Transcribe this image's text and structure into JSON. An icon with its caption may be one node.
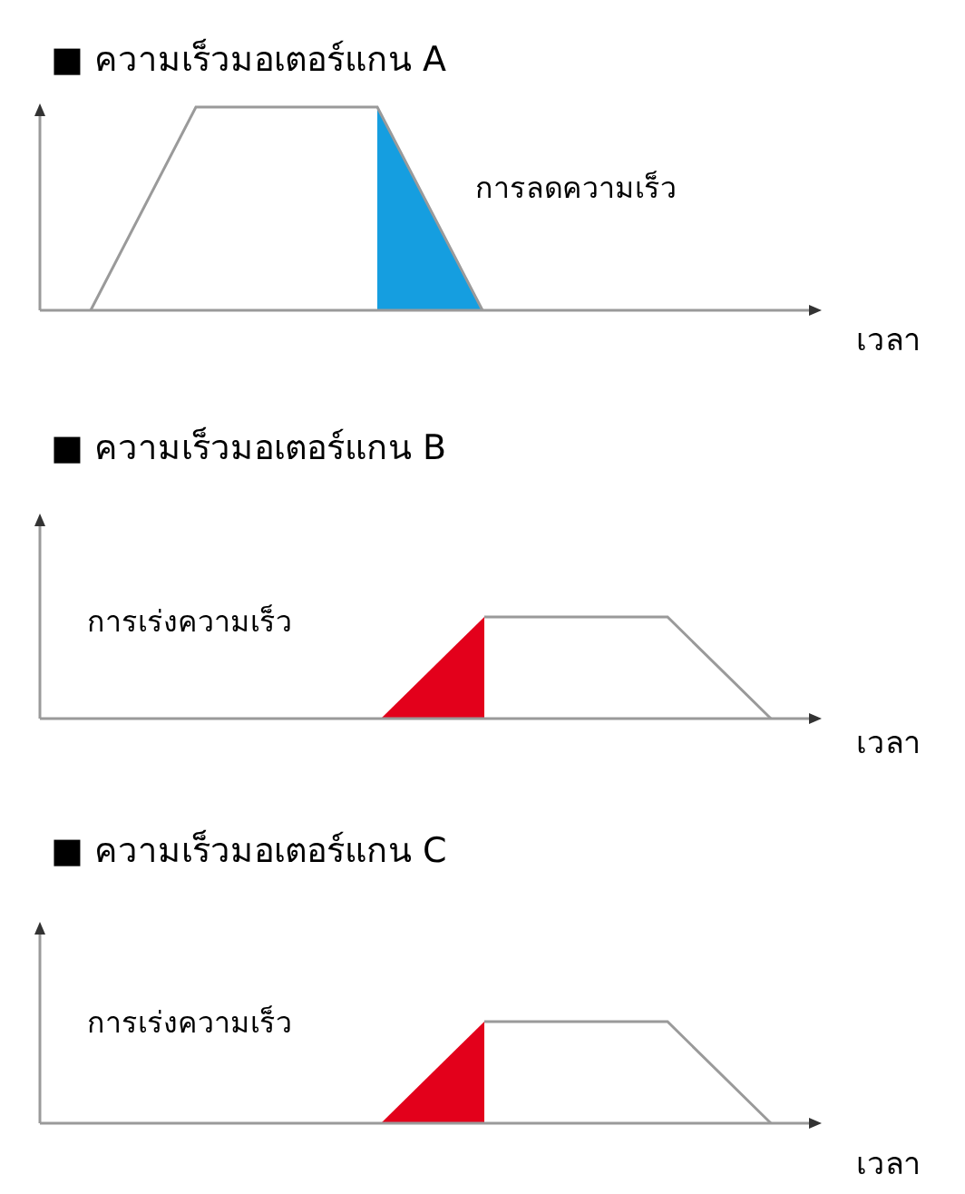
{
  "diagram": {
    "labels": [
      "■ ความเร็วมอเตอร์แกน A",
      "การลดความเร็ว",
      "เวลา",
      "■ ความเร็วมอเตอร์แกน B",
      "การเร่งความเร็ว",
      "เวลา",
      "■ ความเร็วมอเตอร์แกน C",
      "การเร่งความเร็ว",
      "เวลา"
    ]
  }
}
